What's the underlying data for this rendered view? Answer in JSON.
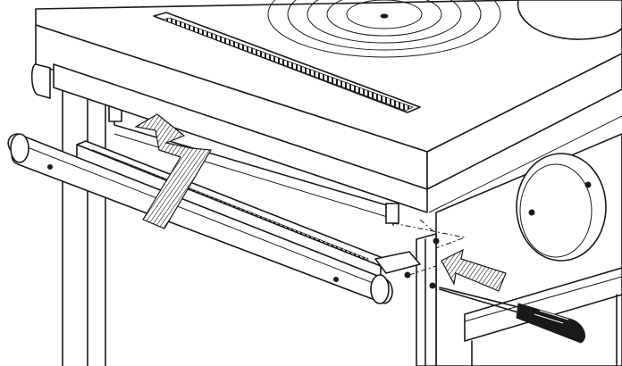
{
  "diagram": {
    "parts": [
      {
        "id": "cooktop",
        "icon": "cooktop-icon"
      },
      {
        "id": "hotplate-rings",
        "icon": "hotplate-icon",
        "ring_count": 5
      },
      {
        "id": "towel-rail",
        "icon": "rail-icon"
      },
      {
        "id": "vent-strip",
        "icon": "vent-icon"
      },
      {
        "id": "side-panel",
        "icon": "panel-icon"
      },
      {
        "id": "flue-outlet",
        "icon": "flue-icon"
      },
      {
        "id": "screwdriver",
        "icon": "screwdriver-icon"
      }
    ],
    "arrows": [
      {
        "id": "lift-arrow",
        "icon": "arrow-up-left-icon",
        "color": "#1a1a1a"
      },
      {
        "id": "insert-arrow",
        "icon": "arrow-left-icon",
        "color": "#1a1a1a"
      }
    ],
    "colors": {
      "line": "#1a1a1a",
      "background": "#ffffff"
    }
  }
}
